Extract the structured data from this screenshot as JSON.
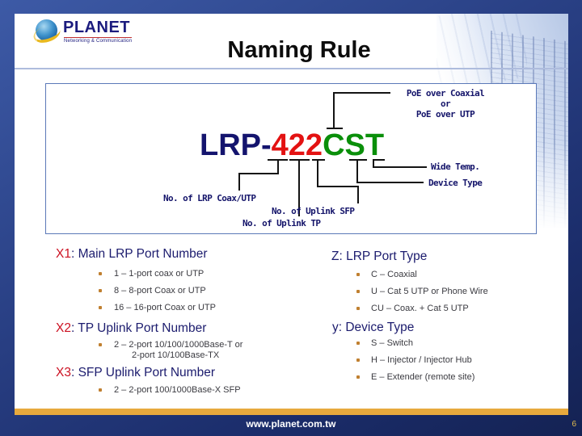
{
  "header": {
    "title": "Naming Rule"
  },
  "logo": {
    "brand": "PLANET",
    "tagline": "Networking & Communication"
  },
  "diagram": {
    "product_prefix": "LRP-",
    "product_ports": "422",
    "product_type": "CST",
    "label_poe_line1": "PoE over Coaxial",
    "label_poe_line2": "or",
    "label_poe_line3": "PoE over UTP",
    "label_wide_temp": "Wide Temp.",
    "label_device_type": "Device Type",
    "label_lrp_coax": "No. of LRP Coax/UTP",
    "label_uplink_sfp": "No. of Uplink SFP",
    "label_uplink_tp": "No. of Uplink TP"
  },
  "sections": {
    "x1": {
      "key": "X1",
      "title": ": Main LRP Port Number",
      "item1": "1 – 1-port coax or UTP",
      "item2": "8 – 8-port Coax or UTP",
      "item3": "16 – 16-port Coax or UTP"
    },
    "x2": {
      "key": "X2",
      "title": ": TP Uplink Port Number",
      "item1_line1": "2 – 2-port 10/100/1000Base-T or",
      "item1_line2": "2-port 10/100Base-TX"
    },
    "x3": {
      "key": "X3",
      "title": ": SFP Uplink Port Number",
      "item1": "2 – 2-port 100/1000Base-X SFP"
    },
    "z": {
      "key": "Z",
      "title": ": LRP Port Type",
      "item1": "C – Coaxial",
      "item2": "U – Cat 5 UTP or Phone Wire",
      "item3": "CU – Coax. + Cat 5 UTP"
    },
    "y": {
      "key": "y",
      "title": ": Device Type",
      "item1": "S – Switch",
      "item2": "H – Injector / Injector Hub",
      "item3": "E – Extender (remote site)"
    }
  },
  "footer": {
    "url": "www.planet.com.tw",
    "page_number": "6"
  },
  "colors": {
    "frame_navy": "#24397e",
    "accent_gold": "#e7a93d",
    "heading_navy": "#1c1c6e",
    "key_red": "#cc1122",
    "product_navy": "#14146e",
    "product_red": "#e31212",
    "product_green": "#0a8f0a",
    "bullet_orange": "#c08030",
    "body_text": "#3a3a40"
  }
}
